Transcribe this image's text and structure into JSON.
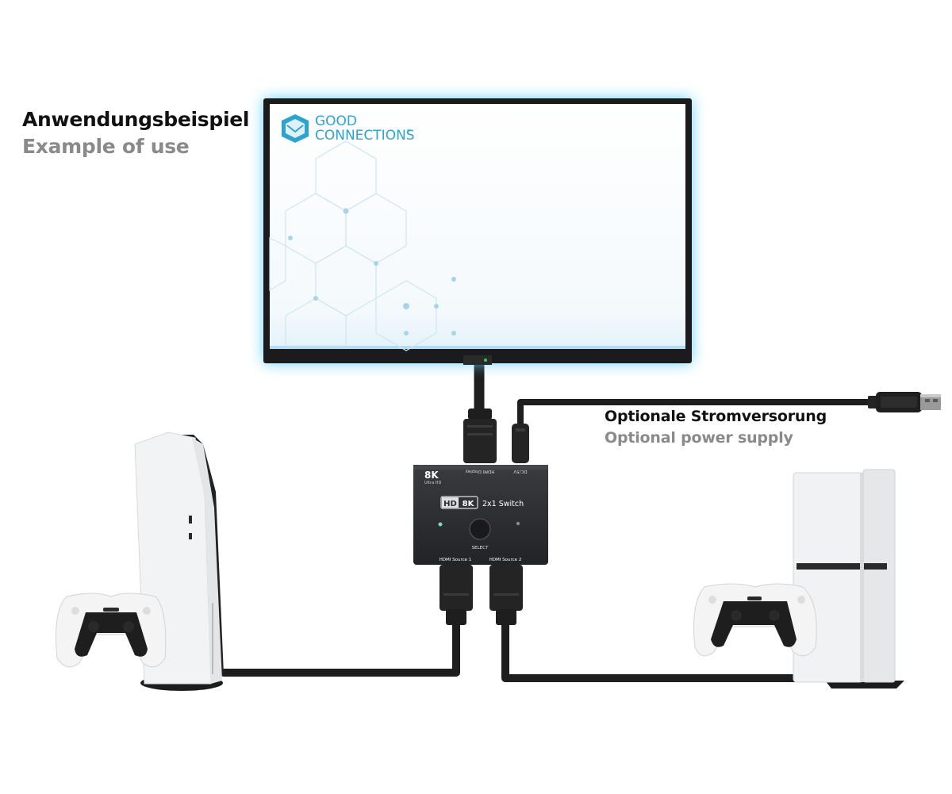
{
  "heading": {
    "title_de": "Anwendungsbeispiel",
    "title_en": "Example of use"
  },
  "power_note": {
    "label_de": "Optionale Stromversorung",
    "label_en": "Optional power supply"
  },
  "tv": {
    "logo_line1": "GOOD",
    "logo_line2": "CONNECTIONS",
    "logo_mark": "®"
  },
  "switch_box": {
    "resolution": "8K",
    "resolution_sub": "Ultra HD",
    "port_display": "HDMI Display",
    "port_dc": "DC/5V",
    "badge_hd": "HD",
    "badge_8k": "8K",
    "model": "2x1 Switch",
    "select_label": "SELECT",
    "source1_label": "HDMI Source 1",
    "source2_label": "HDMI Source 2"
  },
  "colors": {
    "screen_glow": "#5fd3ff",
    "cable": "#1e1e1e",
    "logo": "#2ba4cf",
    "switch_body": "#2b2c2f"
  }
}
